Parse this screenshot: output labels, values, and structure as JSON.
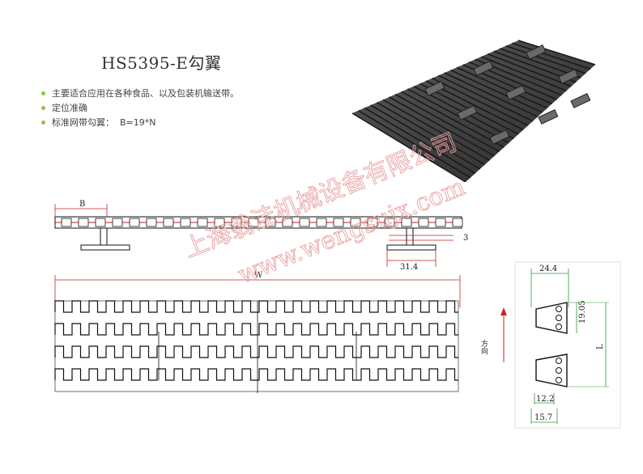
{
  "header": {
    "title": "HS5395-E勾翼"
  },
  "features": [
    "主要适合应用在各种食品、以及包装机输送带。",
    "定位准确",
    "标准网带勾翼：  B=19*N"
  ],
  "photo": {
    "icon": "belt-photo"
  },
  "side_view": {
    "pitch_label": "B",
    "height_label": "3",
    "flight_width_label": "31.4"
  },
  "top_view": {
    "width_label": "W"
  },
  "profile_view": {
    "top_width_label": "24.4",
    "height_label": "19.05",
    "length_label": "L",
    "direction_label": "方向",
    "bottom_label_1": "12.2",
    "bottom_label_2": "15.7"
  },
  "watermark": {
    "line1": "上海翁洼机械设备有限公司",
    "line2": "www.wengsujx.com",
    "color": "#e8a0a0"
  },
  "colors": {
    "dim_line": "#cc2222",
    "dim_green": "#2e9a3a",
    "ink": "#111111",
    "belt": "#3a3a3a"
  }
}
